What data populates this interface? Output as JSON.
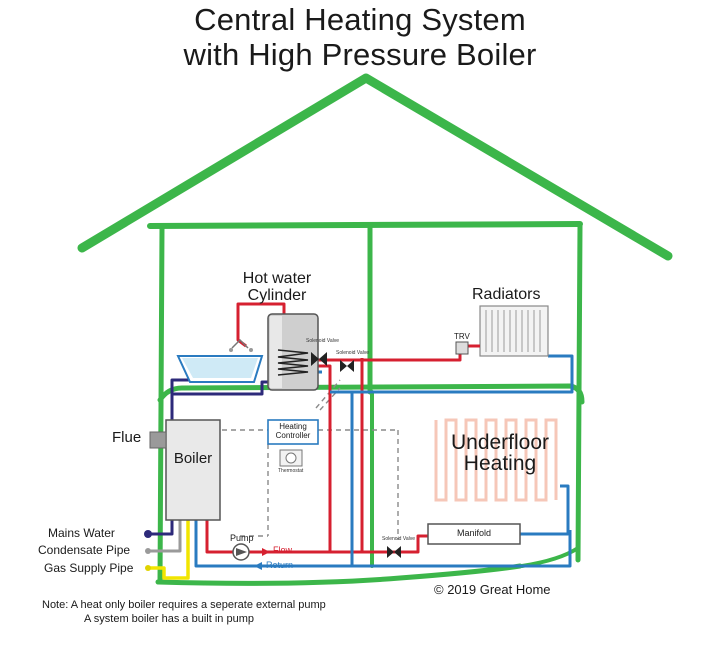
{
  "title": {
    "line1": "Central Heating System",
    "line2": "with High Pressure Boiler"
  },
  "labels": {
    "hot_water_line1": "Hot water",
    "hot_water_line2": "Cylinder",
    "radiators": "Radiators",
    "trv": "TRV",
    "solenoid_1": "Solenoid Valve",
    "solenoid_2": "Solenoid Valve",
    "solenoid_3": "Solenoid Valve",
    "heating_controller_line1": "Heating",
    "heating_controller_line2": "Controller",
    "thermostat": "Thermostat",
    "flue": "Flue",
    "boiler": "Boiler",
    "underfloor_line1": "Underfloor",
    "underfloor_line2": "Heating",
    "manifold": "Manifold",
    "pump": "Pump",
    "flow": "Flow",
    "return": "Return",
    "mains_water": "Mains Water",
    "condensate_pipe": "Condensate Pipe",
    "gas_supply_pipe": "Gas Supply Pipe",
    "copyright": "© 2019 Great Home",
    "note_line1": "Note: A heat only boiler requires a seperate external pump",
    "note_line2": "A system boiler has a built in pump"
  },
  "colors": {
    "house_green": "#3cb64a",
    "flow_red": "#d62030",
    "return_blue": "#2a7bc0",
    "mains_navy": "#2d2a7a",
    "gas_yellow": "#f2e500",
    "condensate_grey": "#9a9a9a",
    "dashed_grey": "#8a8a8a",
    "box_grey": "#e9e9e9",
    "underfloor_pink": "#f6c7b8"
  }
}
